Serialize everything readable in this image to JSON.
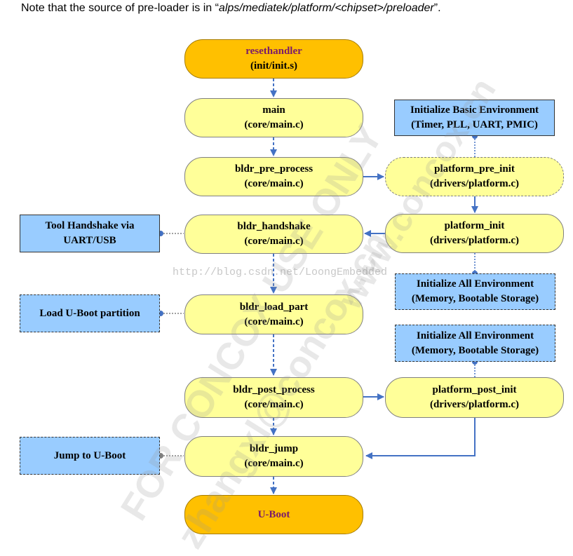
{
  "note": {
    "prefix": "Note that the source of pre-loader is in “",
    "path": "alps/mediatek/platform/<chipset>/preloader",
    "suffix": "”."
  },
  "nodes": {
    "resethandler": {
      "line1": "resethandler",
      "line2": "(init/init.s)"
    },
    "main": {
      "line1": "main",
      "line2": "(core/main.c)"
    },
    "bldr_pre_process": {
      "line1": "bldr_pre_process",
      "line2": "(core/main.c)"
    },
    "bldr_handshake": {
      "line1": "bldr_handshake",
      "line2": "(core/main.c)"
    },
    "bldr_load_part": {
      "line1": "bldr_load_part",
      "line2": "(core/main.c)"
    },
    "bldr_post_process": {
      "line1": "bldr_post_process",
      "line2": "(core/main.c)"
    },
    "bldr_jump": {
      "line1": "bldr_jump",
      "line2": "(core/main.c)"
    },
    "uboot": {
      "line1": "U-Boot"
    },
    "init_basic_env": {
      "line1": "Initialize Basic Environment",
      "line2": "(Timer, PLL, UART, PMIC)"
    },
    "platform_pre_init": {
      "line1": "platform_pre_init",
      "line2": "(drivers/platform.c)"
    },
    "platform_init": {
      "line1": "platform_init",
      "line2": "(drivers/platform.c)"
    },
    "init_all_env_1": {
      "line1": "Initialize All Environment",
      "line2": "(Memory, Bootable Storage)"
    },
    "init_all_env_2": {
      "line1": "Initialize All Environment",
      "line2": "(Memory, Bootable Storage)"
    },
    "platform_post_init": {
      "line1": "platform_post_init",
      "line2": "(drivers/platform.c)"
    },
    "tool_handshake": {
      "line1": "Tool Handshake via",
      "line2": "UART/USB"
    },
    "load_uboot_partition": {
      "line1": "Load U-Boot partition"
    },
    "jump_to_uboot": {
      "line1": "Jump to U-Boot"
    }
  },
  "watermark": {
    "url": "http://blog.csdn.net/LoongEmbedded",
    "diag1": "FOR CONCOX USE ONLY",
    "diag2": "zhangxl@concox.cn",
    "diag3": "www.concox.cn"
  },
  "colors": {
    "pill_yellow": "#ffff99",
    "pill_orange": "#ffc000",
    "rect_blue": "#99ccff",
    "edge_blue": "#4472c4",
    "connector_gray": "#808080"
  }
}
